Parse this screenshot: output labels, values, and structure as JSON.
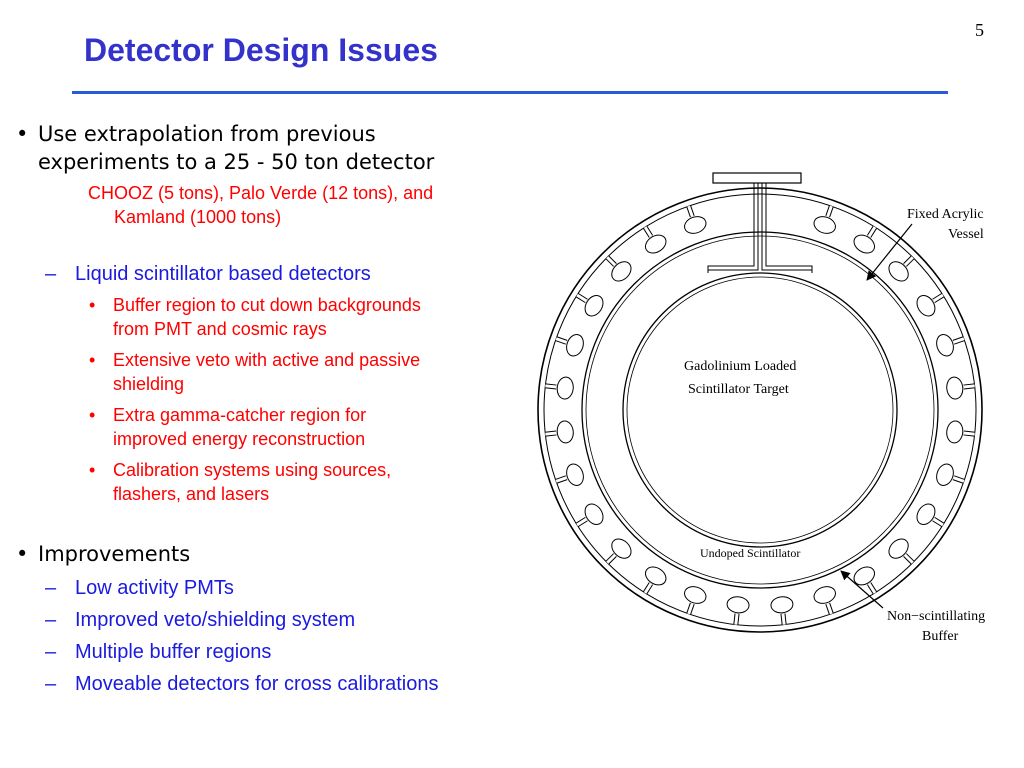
{
  "slide": {
    "number": "5",
    "title": "Detector Design Issues"
  },
  "content": {
    "bullet1": {
      "line1": "Use extrapolation from previous",
      "line2": "experiments to a 25 - 50 ton detector"
    },
    "note": {
      "line1": "CHOOZ (5 tons), Palo Verde (12 tons), and",
      "line2": "Kamland (1000 tons)"
    },
    "sub1": {
      "label": "Liquid scintillator based detectors",
      "items": [
        {
          "line1": "Buffer region to cut down backgrounds",
          "line2": "from PMT and cosmic rays"
        },
        {
          "line1": "Extensive veto with active and passive",
          "line2": "shielding"
        },
        {
          "line1": "Extra gamma-catcher region for",
          "line2": "improved energy reconstruction"
        },
        {
          "line1": "Calibration systems using sources,",
          "line2": "flashers, and lasers"
        }
      ]
    },
    "bullet2": {
      "label": "Improvements",
      "items": [
        "Low activity PMTs",
        "Improved veto/shielding system",
        "Multiple buffer regions",
        "Moveable detectors for cross calibrations"
      ]
    }
  },
  "diagram": {
    "labels": {
      "vessel_line1": "Fixed Acrylic",
      "vessel_line2": "Vessel",
      "target_line1": "Gadolinium Loaded",
      "target_line2": "Scintillator Target",
      "undoped": "Undoped Scintillator",
      "buffer_line1": "Non−scintillating",
      "buffer_line2": "Buffer"
    }
  }
}
